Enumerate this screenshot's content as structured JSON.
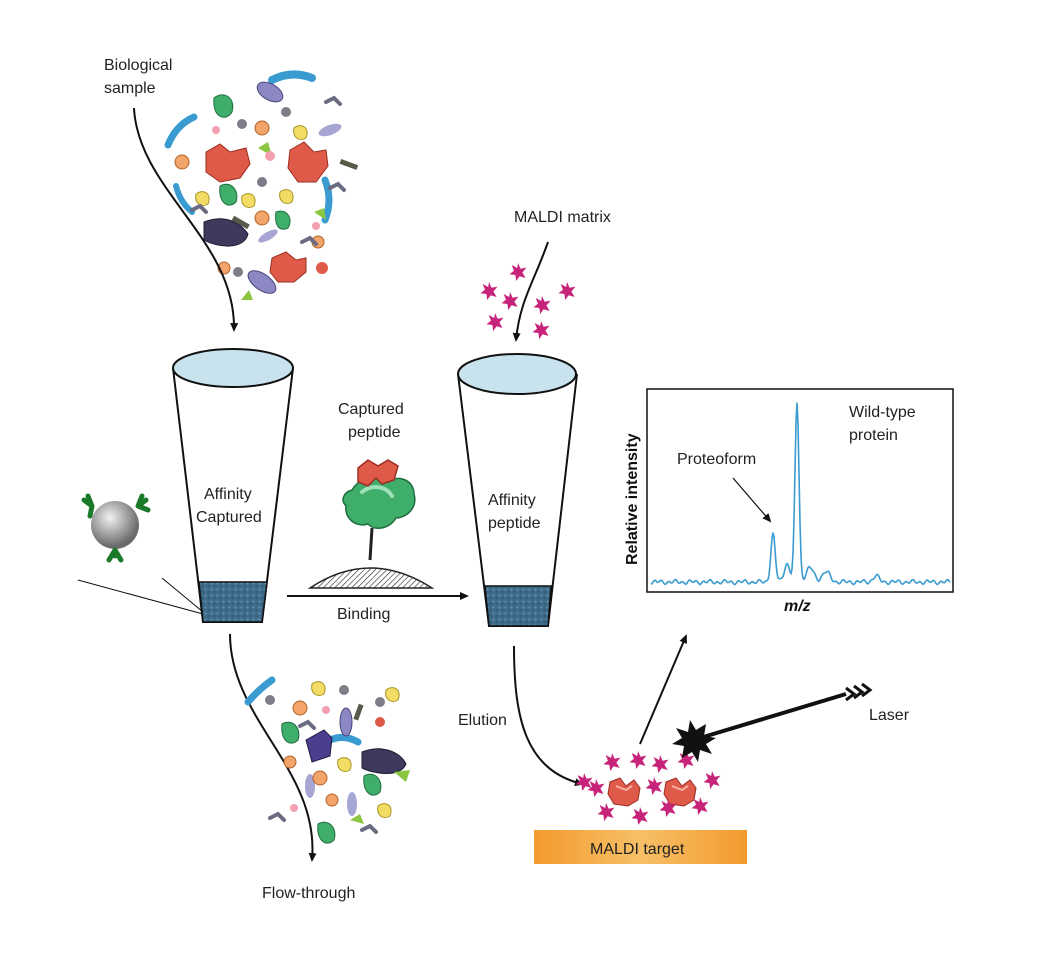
{
  "labels": {
    "biological_sample_line1": "Biological",
    "biological_sample_line2": "sample",
    "maldi_matrix": "MALDI matrix",
    "captured_peptide_line1": "Captured",
    "captured_peptide_line2": "peptide",
    "column1_line1": "Affinity",
    "column1_line2": "Captured",
    "column2_line1": "Affinity",
    "column2_line2": "peptide",
    "binding": "Binding",
    "elution": "Elution",
    "flow_through": "Flow-through",
    "laser": "Laser",
    "maldi_target": "MALDI target"
  },
  "spectrum": {
    "ylabel": "Relative intensity",
    "xlabel": "m/z",
    "peak_wild_type_line1": "Wild-type",
    "peak_wild_type_line2": "protein",
    "peak_proteoform": "Proteoform",
    "line_color": "#3a9bd0"
  },
  "colors": {
    "column_top": "#c9e3ee",
    "resin": "#3f6d8c",
    "matrix_star": "#c8237a",
    "target_orange": "#f3a33a",
    "protein_red": "#e05a4a",
    "protein_green": "#3fae6a"
  }
}
